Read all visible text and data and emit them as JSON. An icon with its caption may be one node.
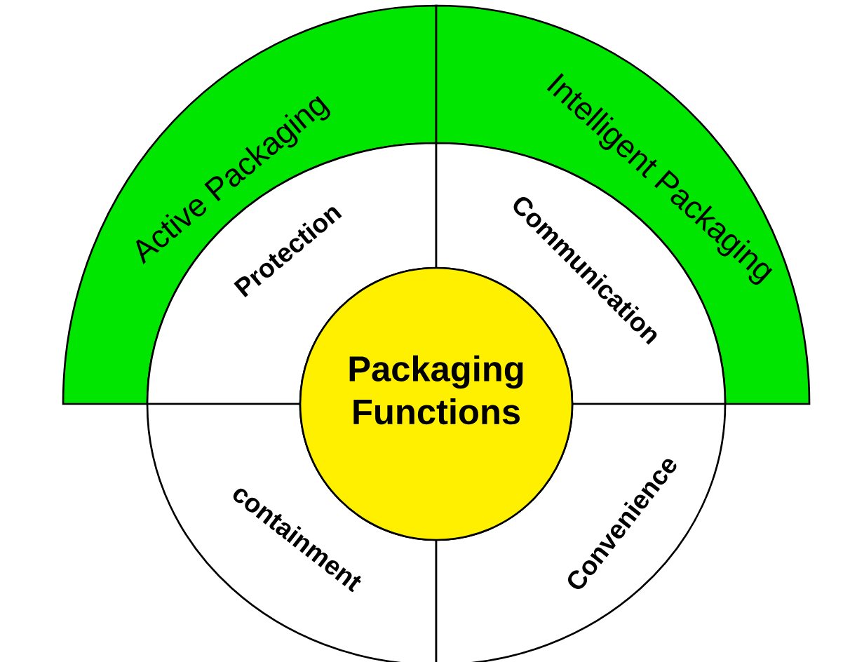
{
  "diagram": {
    "nodes": [
      {
        "text": [
          "Active Packaging"
        ]
      },
      {
        "text": [
          "Intelligent Packaging"
        ]
      },
      {
        "text": [
          "Protection"
        ]
      },
      {
        "text": [
          "Communication"
        ]
      },
      {
        "text": [
          "Packaging Functions"
        ]
      },
      {
        "text": [
          "containment"
        ]
      },
      {
        "text": [
          "Convenience"
        ]
      }
    ]
  }
}
